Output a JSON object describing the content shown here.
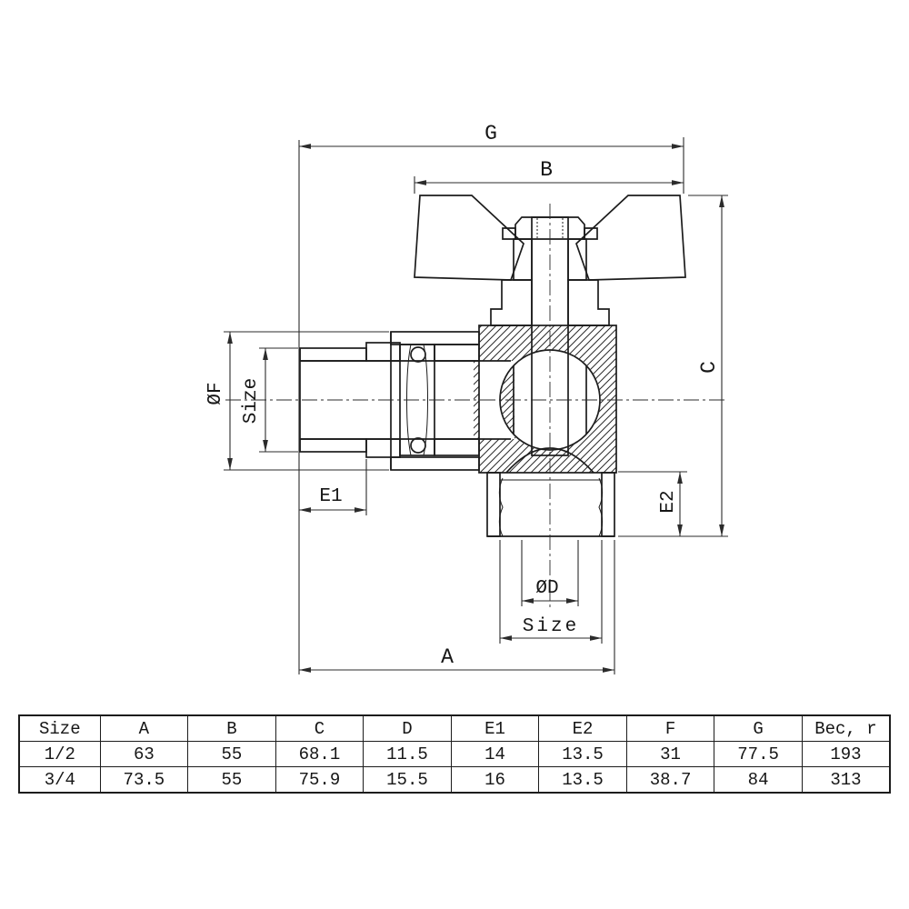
{
  "colors": {
    "background": "#ffffff",
    "line": "#1c1c1c"
  },
  "drawing": {
    "labels": {
      "g": "G",
      "b": "B",
      "c": "C",
      "a": "A",
      "e1": "E1",
      "e2": "E2",
      "phi_f": "ØF",
      "phi_d": "ØD",
      "size_left": "Size",
      "size_bottom": "Size"
    }
  },
  "table": {
    "headers": [
      "Size",
      "A",
      "B",
      "C",
      "D",
      "E1",
      "E2",
      "F",
      "G",
      "Bec, r"
    ],
    "rows": [
      [
        "1/2",
        "63",
        "55",
        "68.1",
        "11.5",
        "14",
        "13.5",
        "31",
        "77.5",
        "193"
      ],
      [
        "3/4",
        "73.5",
        "55",
        "75.9",
        "15.5",
        "16",
        "13.5",
        "38.7",
        "84",
        "313"
      ]
    ]
  }
}
